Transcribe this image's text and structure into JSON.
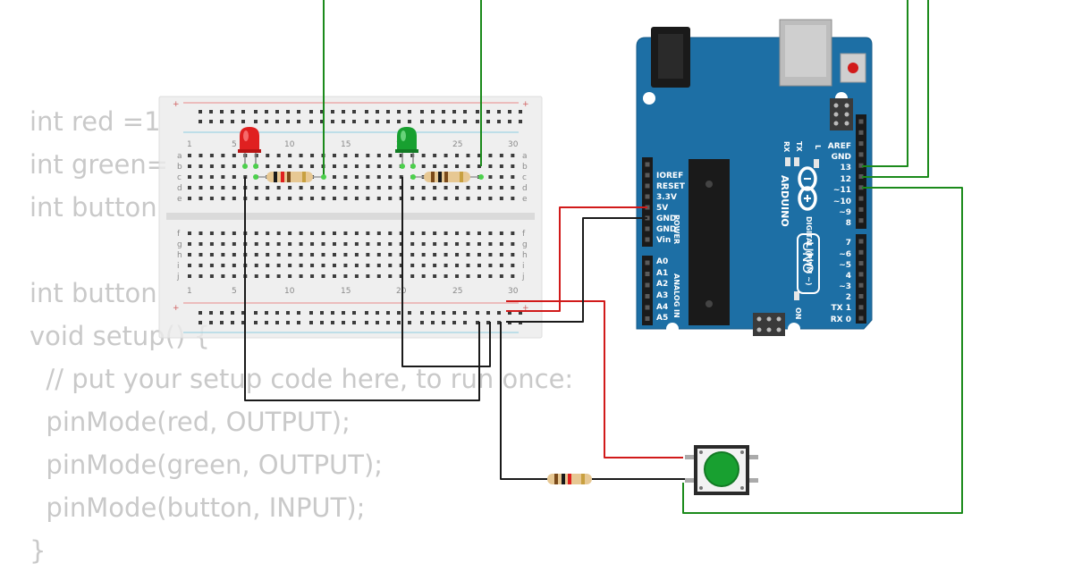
{
  "code_lines": [
    "int red =1",
    "int green=",
    "int button",
    "",
    "int button",
    "void setup() {",
    "  // put your setup code here, to run once:",
    "  pinMode(red, OUTPUT);",
    "  pinMode(green, OUTPUT);",
    "  pinMode(button, INPUT);",
    "}"
  ],
  "breadboard": {
    "column_numbers": [
      "1",
      "5",
      "10",
      "15",
      "20",
      "25",
      "30"
    ],
    "rows_top": [
      "a",
      "b",
      "c",
      "d",
      "e"
    ],
    "rows_bottom": [
      "f",
      "g",
      "h",
      "i",
      "j"
    ],
    "rail_plus": "+"
  },
  "arduino": {
    "power_header": [
      "IOREF",
      "RESET",
      "3.3V",
      "5V",
      "GND",
      "GND",
      "Vin"
    ],
    "analog_header": [
      "A0",
      "A1",
      "A2",
      "A3",
      "A4",
      "A5"
    ],
    "digital_upper": [
      "AREF",
      "GND",
      "13",
      "12",
      "~11",
      "~10",
      "~9",
      "8"
    ],
    "digital_lower": [
      "7",
      "~6",
      "~5",
      "4",
      "~3",
      "2",
      "TX 1",
      "RX 0"
    ],
    "label_power": "POWER",
    "label_analog": "ANALOG IN",
    "label_digital": "DIGITAL (PWM ~)",
    "brand": "ARDUINO",
    "model": "UNO",
    "led_tx": "TX",
    "led_rx": "RX",
    "led_l": "L",
    "led_on": "ON"
  },
  "colors": {
    "board_blue": "#1d6fa5",
    "wire_green": "#1b8a1b",
    "wire_red": "#d11a1a",
    "wire_black": "#1a1a1a",
    "led_red": "#e02020",
    "led_green": "#18a030",
    "button_cap": "#18a030"
  }
}
